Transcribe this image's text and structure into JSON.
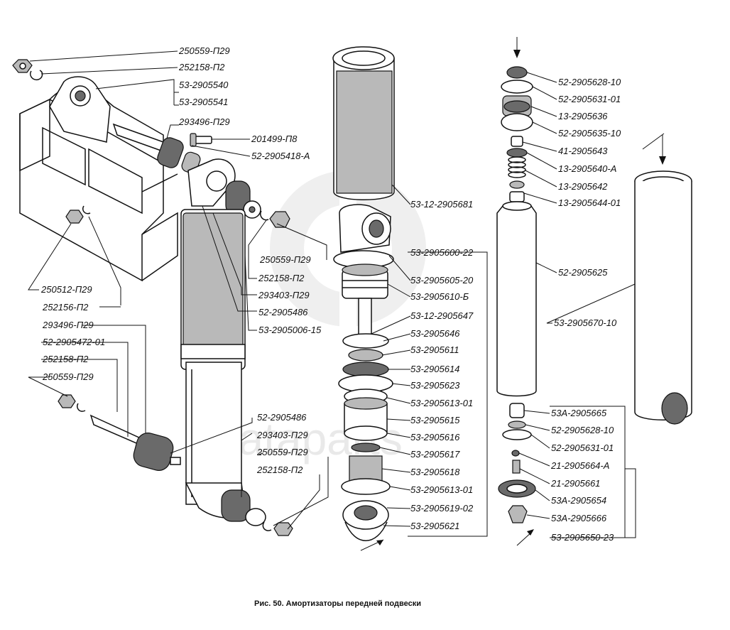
{
  "figure": {
    "caption": "Рис. 50. Амортизаторы передней подвески",
    "watermark": "dataparts"
  },
  "labels": {
    "l1": "250559-П29",
    "l2": "252158-П2",
    "l3": "53-2905540",
    "l4": "53-2905541",
    "l5": "293496-П29",
    "l6": "201499-П8",
    "l7": "52-2905418-А",
    "l8": "250559-П29",
    "l9": "252158-П2",
    "l10": "293403-П29",
    "l11": "52-2905486",
    "l12": "53-2905006-15",
    "l13": "250512-П29",
    "l14": "252156-П2",
    "l15": "293496-П29",
    "l16": "52-2905472-01",
    "l17": "252158-П2",
    "l18": "250559-П29",
    "l19": "52-2905486",
    "l20": "293403-П29",
    "l21": "250559-П29",
    "l22": "252158-П2",
    "c1": "53-12-2905681",
    "c2": "53-2905600-22",
    "c3": "53-2905605-20",
    "c4": "53-2905610-Б",
    "c5": "53-12-2905647",
    "c6": "53-2905646",
    "c7": "53-2905611",
    "c8": "53-2905614",
    "c9": "53-2905623",
    "c10": "53-2905613-01",
    "c11": "53-2905615",
    "c12": "53-2905616",
    "c13": "53-2905617",
    "c14": "53-2905618",
    "c15": "53-2905613-01",
    "c16": "53-2905619-02",
    "c17": "53-2905621",
    "r1": "52-2905628-10",
    "r2": "52-2905631-01",
    "r3": "13-2905636",
    "r4": "52-2905635-10",
    "r5": "41-2905643",
    "r6": "13-2905640-А",
    "r7": "13-2905642",
    "r8": "13-2905644-01",
    "r9": "52-2905625",
    "r10": "53-2905670-10",
    "r11": "53А-2905665",
    "r12": "52-2905628-10",
    "r13": "52-2905631-01",
    "r14": "21-2905664-А",
    "r15": "21-2905661",
    "r16": "53А-2905654",
    "r17": "53А-2905666",
    "r18": "53-2905650-23"
  }
}
